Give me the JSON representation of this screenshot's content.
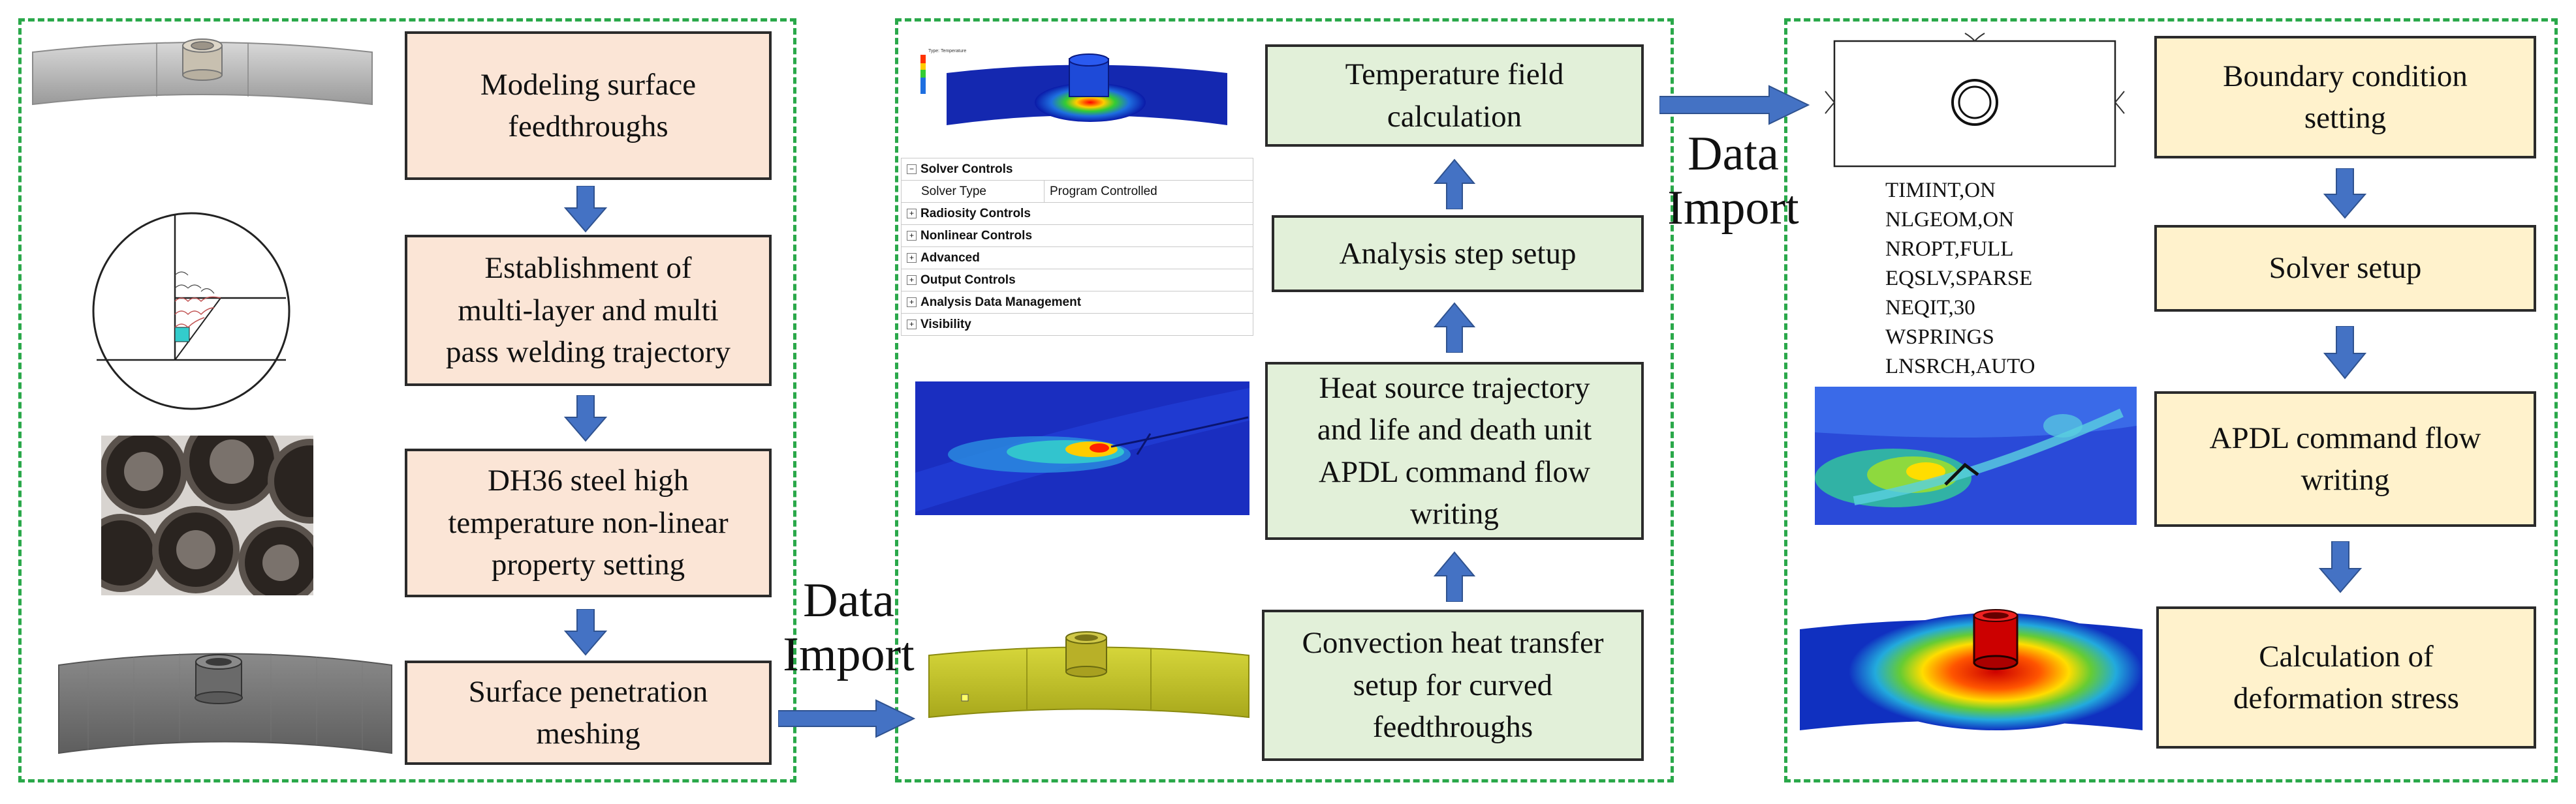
{
  "panel1": {
    "steps": [
      "Modeling surface\nfeedthroughs",
      "Establishment of\nmulti-layer and multi\npass welding trajectory",
      "DH36 steel high\ntemperature non-linear\nproperty setting",
      "Surface penetration\nmeshing"
    ]
  },
  "panel2": {
    "steps": [
      "Temperature field\ncalculation",
      "Analysis step setup",
      "Heat source trajectory\nand life and death unit\nAPDL command flow\nwriting",
      "Convection heat transfer\nsetup for curved\nfeedthroughs"
    ],
    "solver_table": {
      "header": "Solver Controls",
      "solver_type_label": "Solver Type",
      "solver_type_value": "Program Controlled",
      "groups": [
        "Radiosity Controls",
        "Nonlinear Controls",
        "Advanced",
        "Output Controls",
        "Analysis Data Management",
        "Visibility"
      ]
    }
  },
  "panel3": {
    "steps": [
      "Boundary condition\nsetting",
      "Solver setup",
      "APDL command flow\nwriting",
      "Calculation of\ndeformation stress"
    ],
    "commands": [
      "TIMINT,ON",
      "NLGEOM,ON",
      "NROPT,FULL",
      "EQSLV,SPARSE",
      "NEQIT,30",
      "WSPRINGS",
      "LNSRCH,AUTO"
    ]
  },
  "connectors": {
    "data_import_1": "Data\nImport",
    "data_import_2": "Data\nImport"
  },
  "colors": {
    "panel_border": "#2aa84a",
    "arrow": "#4472c4",
    "peach_box": "#fbe5d6",
    "green_box": "#e2f0d9",
    "yellow_box": "#fff2cc"
  }
}
